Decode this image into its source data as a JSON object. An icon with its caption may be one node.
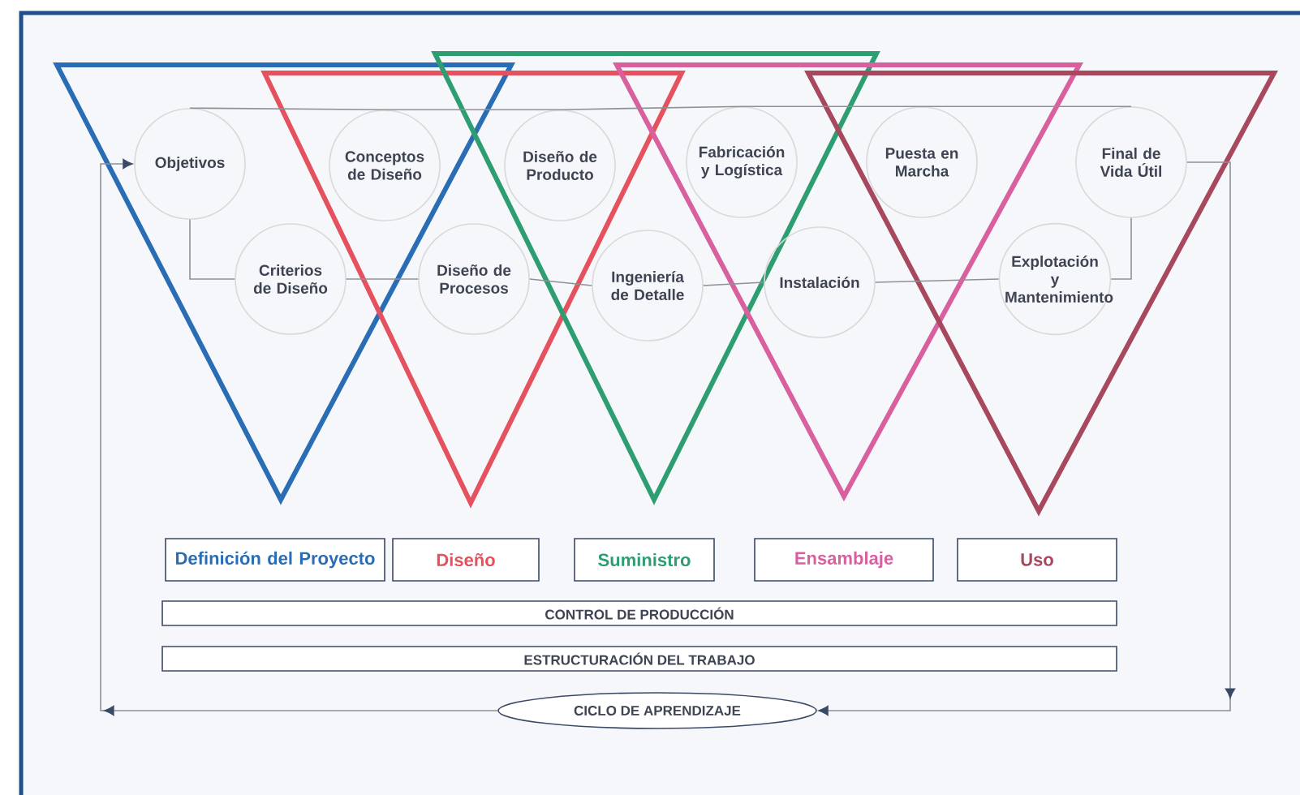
{
  "diagram": {
    "nodes": [
      {
        "text": [
          "Objetivos"
        ]
      },
      {
        "text": [
          "Conceptos de Diseño"
        ]
      },
      {
        "text": [
          "Diseño de Producto"
        ]
      },
      {
        "text": [
          "Fabricación y Logística"
        ]
      },
      {
        "text": [
          "Puesta en Marcha"
        ]
      },
      {
        "text": [
          "Final de Vida Útil"
        ]
      },
      {
        "text": [
          "Criterios de Diseño"
        ]
      },
      {
        "text": [
          "Diseño de Procesos"
        ]
      },
      {
        "text": [
          "Ingeniería de Detalle"
        ]
      },
      {
        "text": [
          "Instalación"
        ]
      },
      {
        "text": [
          "Explotación y Mantenimiento"
        ]
      },
      {
        "text": [
          "Definición del Proyecto"
        ]
      },
      {
        "text": [
          "Diseño"
        ]
      },
      {
        "text": [
          "Suministro"
        ]
      },
      {
        "text": [
          "Ensamblaje"
        ]
      },
      {
        "text": [
          "Uso"
        ]
      },
      {
        "text": [
          "CONTROL DE PRODUCCIÓN"
        ]
      },
      {
        "text": [
          "ESTRUCTURACIÓN DEL TRABAJO"
        ]
      },
      {
        "text": [
          "CICLO DE APRENDIZAJE"
        ]
      }
    ],
    "edges": [
      {
        "from": 0,
        "to": 1,
        "arrow": "none"
      },
      {
        "from": 1,
        "to": 2,
        "arrow": "none"
      },
      {
        "from": 2,
        "to": 3,
        "arrow": "none"
      },
      {
        "from": 3,
        "to": 4,
        "arrow": "none"
      },
      {
        "from": 4,
        "to": 5,
        "arrow": "none"
      },
      {
        "from": 0,
        "to": 6,
        "arrow": "none"
      },
      {
        "from": 6,
        "to": 7,
        "arrow": "none"
      },
      {
        "from": 7,
        "to": 8,
        "arrow": "none"
      },
      {
        "from": 8,
        "to": 9,
        "arrow": "none"
      },
      {
        "from": 9,
        "to": 10,
        "arrow": "none"
      },
      {
        "from": 10,
        "to": 5,
        "arrow": "none"
      },
      {
        "from": 5,
        "to": 18,
        "arrow": "to"
      },
      {
        "from": 18,
        "to": 0,
        "arrow": "to"
      }
    ]
  }
}
